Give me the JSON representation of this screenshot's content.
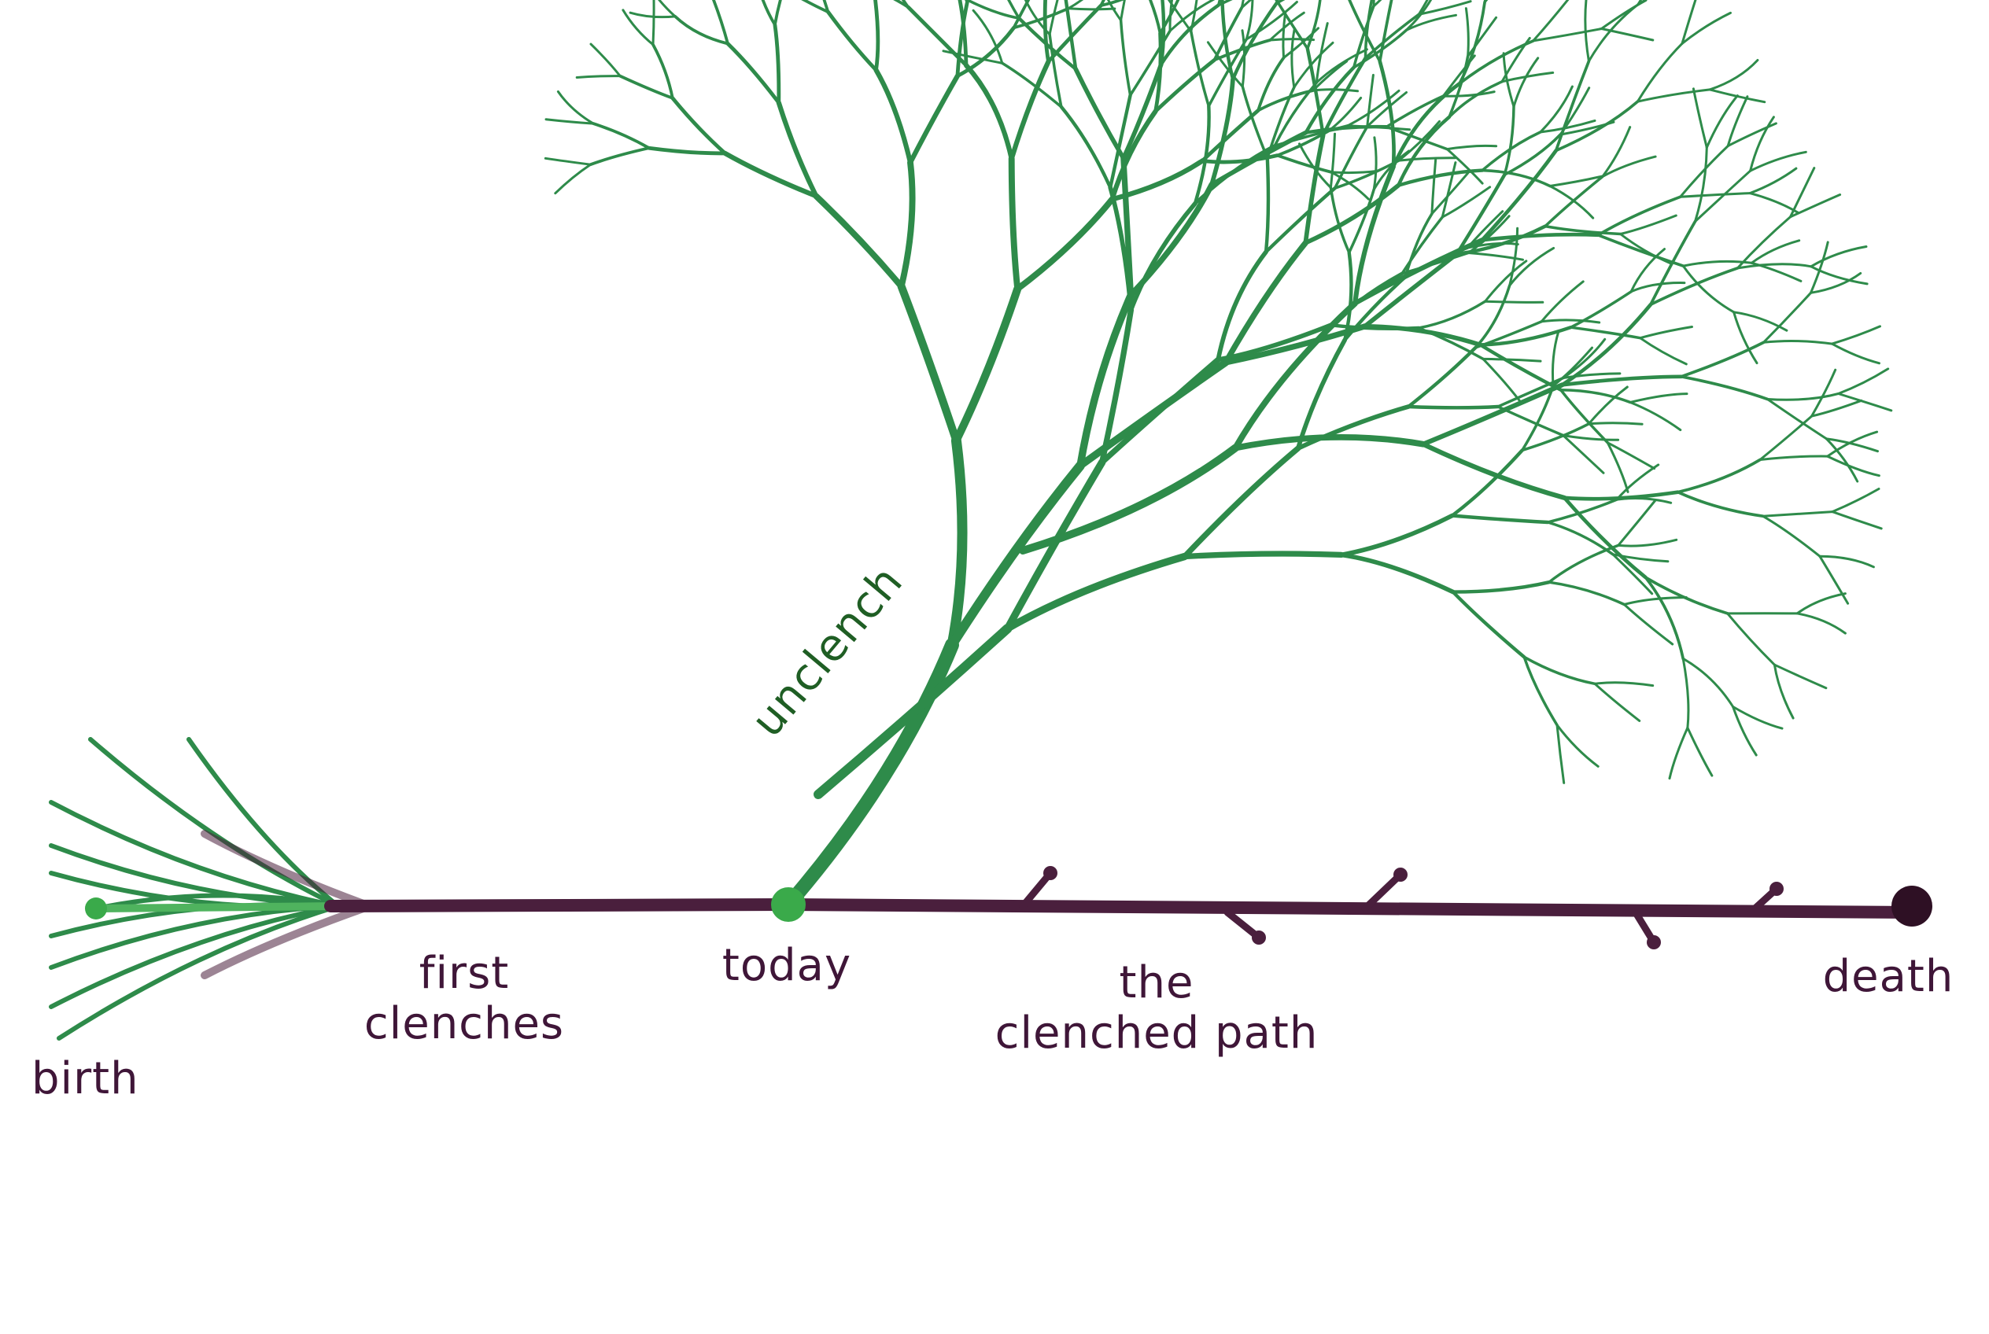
{
  "colors": {
    "growth_green": "#2e8b4a",
    "growth_green_light": "#4fb35e",
    "node_green": "#3aaa4a",
    "clenched_purple": "#4a1f3d",
    "clenched_purple_dark": "#2e1024",
    "label_purple": "#3f1638",
    "label_green": "#1f5e24",
    "background": "#ffffff"
  },
  "labels": {
    "birth": "birth",
    "first_clenches": "first\nclenches",
    "today": "today",
    "unclench": "unclench",
    "clenched_path": "the\nclenched path",
    "death": "death"
  },
  "nodes": {
    "birth": "birth-node",
    "today": "today-node",
    "death": "death-node"
  }
}
